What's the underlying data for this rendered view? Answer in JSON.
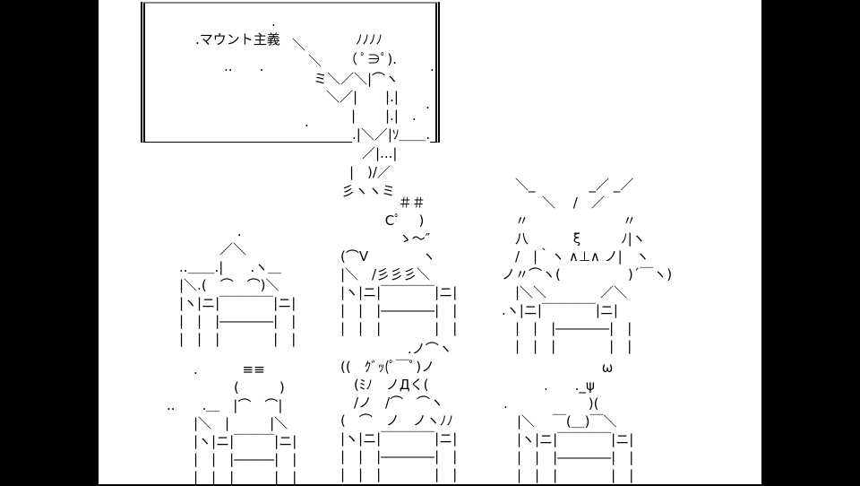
{
  "board": {
    "dot_top": ".",
    "label": ".マウント主義",
    "pointer_1": "＼",
    "pointer_2": "＼",
    "hair": "ﾉﾉﾉﾉ",
    "face": "（ ﾟ∋ﾟ).",
    "dots_left": "..　　.",
    "dot_right": ".",
    "arm": "ミ＼／＼|⌒ヽ",
    "body_1": "＼／|",
    "body_1r": "|.|",
    "dot_r2": ".",
    "body_2": "|",
    "body_2r": "|.|　.",
    "dot_mid": ".",
    "legs_top": ".|＼／|ｿ＿＿.",
    "legs_1": "／|...|",
    "legs_2": "|　)/／",
    "feet": "彡ヽヽミ"
  },
  "figures": [
    {
      "name": "student-top-left",
      "lines": [
        "　　　　 .",
        "　　　／＼",
        "..＿＿.|　　.ヽ＿",
        "|＼.(　⌒　⌒)＼",
        "|ヽ|ニ|￣￣￣￣|ニ|",
        "|　|　|――――|　|",
        "|　|　|　　　　|　|"
      ]
    },
    {
      "name": "student-top-middle",
      "lines": [
        "　　　　 ＃＃",
        "　　　 Cﾟ　 )",
        "　　　　 ゝ～″",
        "(⌒V　　　　ヽ",
        "|＼　/彡彡彡＼",
        "|ヽ|ニ|￣￣￣￣|ニ|",
        "|　|　|――――|　|",
        "|　|　|　　　　|　|"
      ]
    },
    {
      "name": "student-top-right",
      "lines": [
        "　＼_　　　　_／ _／",
        "　　　＼　 /　／",
        "　〃　　　　　　　〃",
        "　八　　　 ξ　　　ﾉ|ヽ",
        "　/　|｀ヽ ∧⊥∧ ノ|　ヽ",
        "ノ〃⌒ヽ(　　　　　)´￣ヽ)",
        "　|＼＼　　　　／＼",
        ".ヽ|ニ|￣￣￣￣|ニ|",
        "　|　|　|――――|　|",
        "　|　|　|　　　　|　|"
      ]
    },
    {
      "name": "student-bottom-left",
      "lines": [
        "　　.　　　 ≡≡",
        "　　　　　(　　　)",
        "..　　.＿　|⌒　⌒|",
        "　　|＼　|　　　|＼",
        "　　|ヽ|ニ|￣￣￣|ニ|",
        "　　|　|　|―――|　|",
        "　　|　|　|　　　|　|"
      ]
    },
    {
      "name": "student-bottom-middle",
      "lines": [
        "　　　　　.ノ⌒ヽ",
        "((　ｸﾞｯ(ﾟ￣ﾟ)ノ",
        "　(ﾐﾉ　ノДく(",
        "　/ノ　/⌒　⌒ヽ",
        "(　⌒　ノ　ノヽﾉﾉ",
        "|ヽ|ニ|￣￣￣￣|ニ|",
        "|　|　|――――|　|",
        "|　|　|　　　　|　|"
      ]
    },
    {
      "name": "student-bottom-right",
      "lines": [
        "　　　　　　　 ω",
        "　　　.　　._ψ",
        ".　　　　　　)(",
        "　|＼　 ￣(＿)￣＼",
        "　|ヽ|ニ|￣￣￣￣|ニ|",
        "　|　|　|――――|　|",
        "　|　|　|　　　　|　|"
      ]
    }
  ]
}
